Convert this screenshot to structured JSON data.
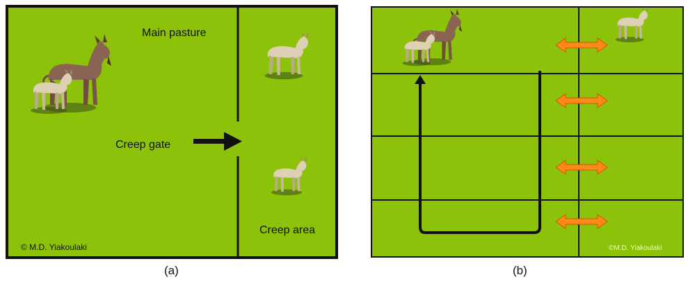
{
  "colors": {
    "pasture": "#8cc209",
    "border": "#111111",
    "arrow_orange": "#ff8a1a",
    "arrow_orange_edge": "#c75a00",
    "white": "#ffffff"
  },
  "panel_a": {
    "main_pasture_label": "Main pasture",
    "creep_gate_label": "Creep gate",
    "creep_area_label": "Creep area",
    "copyright": "© M.D. Yiakoulaki",
    "caption": "(a)"
  },
  "panel_b": {
    "copyright": "©M.D. Yiakoulaki",
    "caption": "(b)"
  },
  "icons": {
    "goat_group": "goat-and-kid-icon",
    "kid": "kid-goat-icon",
    "gate_arrow": "arrow-right-icon",
    "double_arrow": "double-headed-arrow-icon",
    "rotation_path": "rotation-path-arrow-icon"
  }
}
